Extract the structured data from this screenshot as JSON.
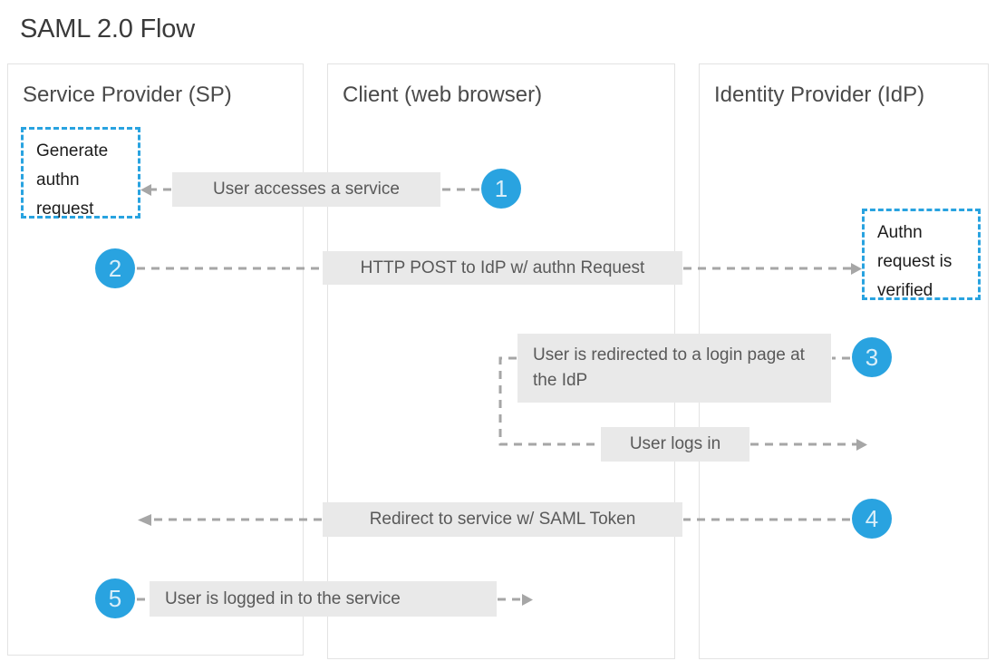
{
  "page": {
    "title": "SAML 2.0 Flow",
    "accent_color": "#29a3e0",
    "msg_box_color": "#e9e9e9",
    "connector_color": "#a6a6a6",
    "lane_border_color": "#e3e3e3"
  },
  "lanes": [
    {
      "id": "sp",
      "title": "Service Provider (SP)"
    },
    {
      "id": "client",
      "title": "Client (web browser)"
    },
    {
      "id": "idp",
      "title": "Identity Provider (IdP)"
    }
  ],
  "process_boxes": [
    {
      "id": "generate-authn-request",
      "lane": "sp",
      "text": "Generate authn request"
    },
    {
      "id": "authn-request-verified",
      "lane": "idp",
      "text": "Authn request is verified"
    }
  ],
  "messages": [
    {
      "id": "access-service",
      "step": 1,
      "text": "User accesses a service",
      "from": "client",
      "to": "sp"
    },
    {
      "id": "http-post",
      "step": 2,
      "text": "HTTP POST to IdP w/ authn Request",
      "from": "sp",
      "to": "idp"
    },
    {
      "id": "redirect-login",
      "step": 3,
      "text": "User is redirected to a login page at the IdP",
      "from": "idp",
      "to": "client"
    },
    {
      "id": "user-logs-in",
      "step": 3,
      "text": "User logs in",
      "from": "client",
      "to": "idp"
    },
    {
      "id": "redirect-token",
      "step": 4,
      "text": "Redirect to service w/ SAML Token",
      "from": "idp",
      "to": "sp"
    },
    {
      "id": "logged-in",
      "step": 5,
      "text": "User is logged in to the service",
      "from": "sp",
      "to": "client"
    }
  ],
  "steps": [
    {
      "id": "step-1",
      "label": "1"
    },
    {
      "id": "step-2",
      "label": "2"
    },
    {
      "id": "step-3",
      "label": "3"
    },
    {
      "id": "step-4",
      "label": "4"
    },
    {
      "id": "step-5",
      "label": "5"
    }
  ]
}
